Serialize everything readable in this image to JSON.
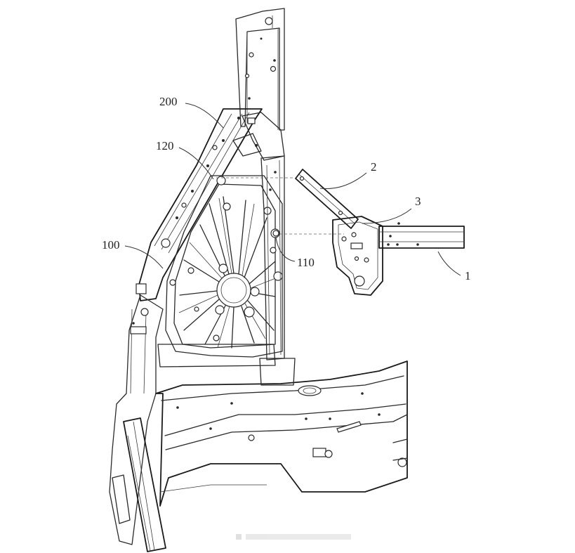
{
  "labels": {
    "l200": "200",
    "l120": "120",
    "l100": "100",
    "l110": "110",
    "l2": "2",
    "l3": "3",
    "l1": "1"
  },
  "watermark": "cnipa"
}
